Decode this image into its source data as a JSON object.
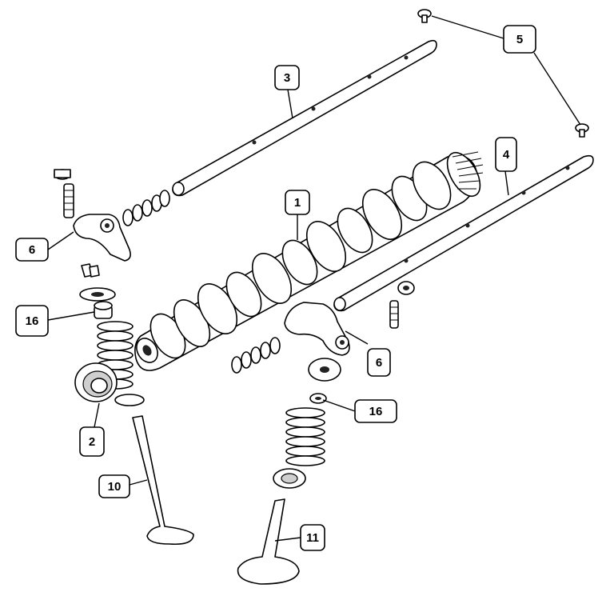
{
  "diagram": {
    "callouts": [
      {
        "id": "c1",
        "label": "1"
      },
      {
        "id": "c2",
        "label": "2"
      },
      {
        "id": "c3",
        "label": "3"
      },
      {
        "id": "c4",
        "label": "4"
      },
      {
        "id": "c5",
        "label": "5"
      },
      {
        "id": "c6a",
        "label": "6"
      },
      {
        "id": "c6b",
        "label": "6"
      },
      {
        "id": "c10",
        "label": "10"
      },
      {
        "id": "c11",
        "label": "11"
      },
      {
        "id": "c16a",
        "label": "16"
      },
      {
        "id": "c16b",
        "label": "16"
      }
    ]
  }
}
